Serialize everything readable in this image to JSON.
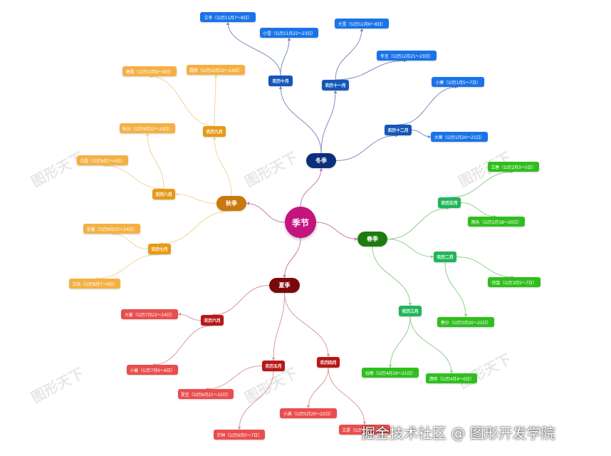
{
  "root": {
    "label": "季节",
    "color": "#c4147e"
  },
  "watermark": "图形天下",
  "footer": "掘金技术社区 @ 图形开发学院",
  "seasons": {
    "winter": {
      "label": "冬季",
      "color": "#0b2f7a",
      "edge_color": "#7a8fbf",
      "leaf_color": "#1a73e8",
      "months": [
        {
          "label": "农历十月",
          "terms": [
            "立冬（公历11月7～8日）",
            "小雪（公历11月22～23日）"
          ]
        },
        {
          "label": "农历十一月",
          "terms": [
            "大雪（公历12月6～8日）",
            "冬至（公历12月21～23日）"
          ]
        },
        {
          "label": "农历十二月",
          "terms": [
            "小寒（公历1月5～7日）",
            "大寒（公历1月20～21日）"
          ]
        }
      ]
    },
    "spring": {
      "label": "春季",
      "color": "#1e7b10",
      "edge_color": "#8fd08a",
      "leaf_color": "#2fbf1d",
      "months": [
        {
          "label": "农历正月",
          "terms": [
            "立春（公历2月3～5日）",
            "雨水（公历2月18～20日）"
          ]
        },
        {
          "label": "农历二月",
          "terms": [
            "惊蛰（公历3月5～7日）",
            "春分（公历3月20～22日）"
          ]
        },
        {
          "label": "农历三月",
          "terms": [
            "清明（公历4月4～6日）",
            "谷雨（公历4月19～21日）"
          ]
        }
      ]
    },
    "summer": {
      "label": "夏季",
      "color": "#7a0a0a",
      "edge_color": "#d99a9a",
      "leaf_color": "#ea4d4d",
      "months": [
        {
          "label": "农历四月",
          "terms": [
            "立夏（公历5月5～7日）",
            "小满（公历5月20～22日）"
          ]
        },
        {
          "label": "农历五月",
          "terms": [
            "芒种（公历6月5～7日）",
            "夏至（公历6月21～22日）"
          ]
        },
        {
          "label": "农历六月",
          "terms": [
            "小暑（公历7月6～8日）",
            "大暑（公历7月22～24日）"
          ]
        }
      ]
    },
    "autumn": {
      "label": "秋季",
      "color": "#c8780c",
      "edge_color": "#f2d59a",
      "leaf_color": "#f5b043",
      "months": [
        {
          "label": "农历七月",
          "terms": [
            "立秋（公历8月7～9日）",
            "处暑（公历8月22～24日）"
          ]
        },
        {
          "label": "农历八月",
          "terms": [
            "白露（公历9月7～9日）",
            "秋分（公历9月22～24日）"
          ]
        },
        {
          "label": "农历九月",
          "terms": [
            "寒露（公历10月8～9日）",
            "霜降（公历10月23～24日）"
          ]
        }
      ]
    }
  }
}
